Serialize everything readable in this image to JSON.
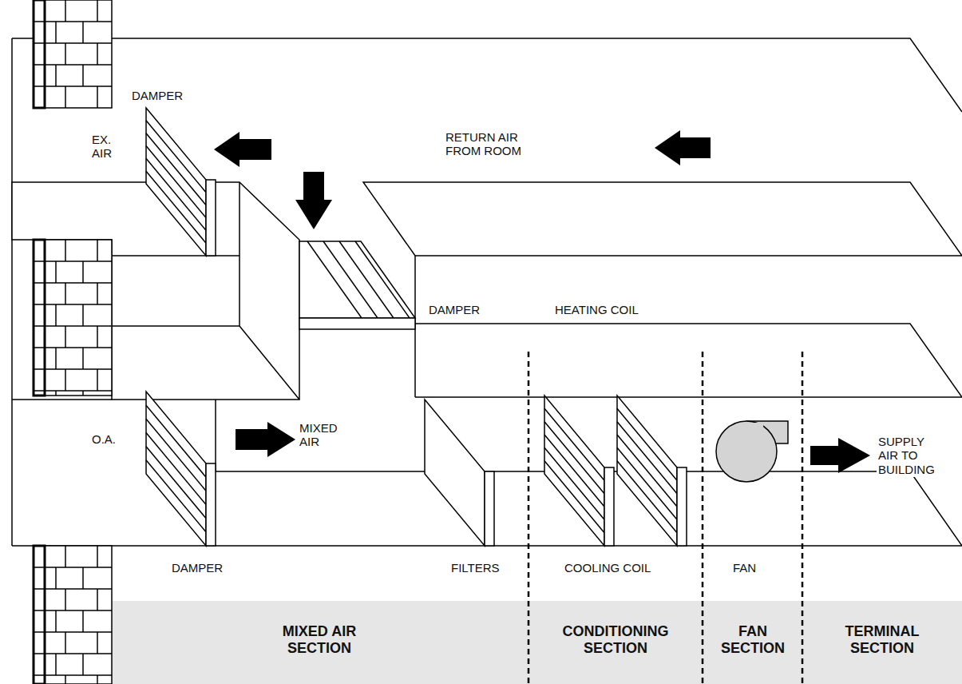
{
  "diagram": {
    "labels": [
      "DAMPER",
      "EX. AIR",
      "RETURN AIR FROM ROOM",
      "DAMPER",
      "HEATING COIL",
      "O.A.",
      "MIXED AIR",
      "SUPPLY AIR TO BUILDING",
      "DAMPER",
      "FILTERS",
      "COOLING COIL",
      "FAN",
      "MIXED AIR SECTION",
      "CONDITIONING SECTION",
      "FAN SECTION",
      "TERMINAL SECTION"
    ]
  }
}
